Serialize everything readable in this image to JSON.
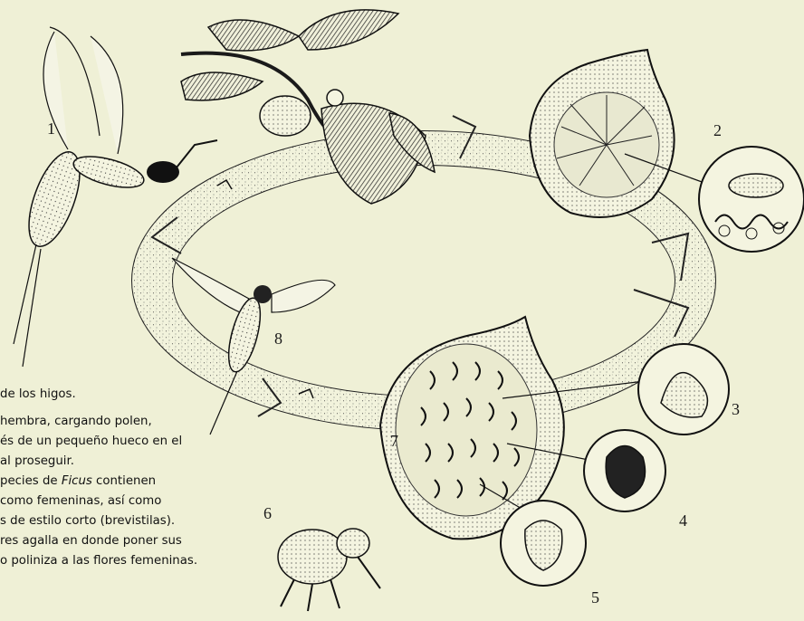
{
  "diagram": {
    "labels": [
      "1",
      "2",
      "3",
      "4",
      "5",
      "6",
      "7",
      "8"
    ],
    "caption_lines": [
      {
        "text": "de los higos."
      },
      {
        "text": "hembra, cargando polen,"
      },
      {
        "text": "és de un pequeño hueco en el"
      },
      {
        "text": "al proseguir."
      },
      {
        "pre": "pecies de ",
        "italic": "Ficus",
        "post": " contienen"
      },
      {
        "text": "como femeninas, así como"
      },
      {
        "text": "s de estilo corto (brevistilas)."
      },
      {
        "text": "res agalla en donde poner sus"
      },
      {
        "text": "o poliniza a las flores femeninas."
      }
    ]
  }
}
